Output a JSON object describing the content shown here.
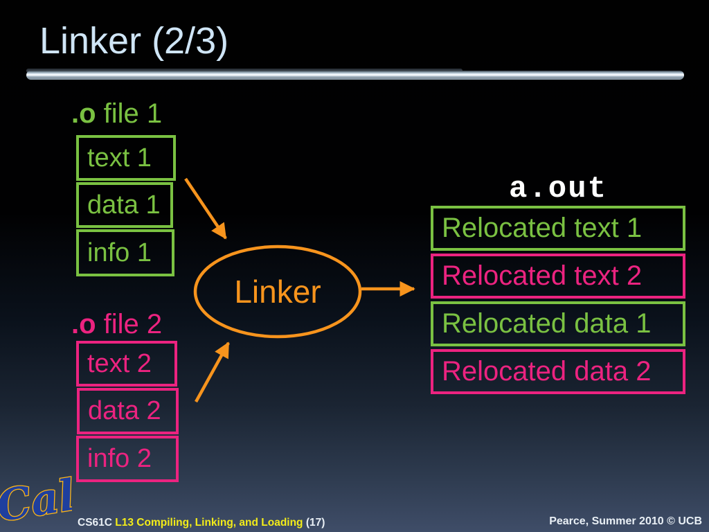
{
  "title": "Linker (2/3)",
  "diagram": {
    "object_file_1": {
      "label_prefix": ".o",
      "label_rest": " file 1",
      "boxes": [
        "text 1",
        "data 1",
        "info 1"
      ]
    },
    "object_file_2": {
      "label_prefix": ".o",
      "label_rest": " file 2",
      "boxes": [
        "text 2",
        "data 2",
        "info 2"
      ]
    },
    "linker_label": "Linker",
    "output_label": "a.out",
    "output_boxes": [
      {
        "label": "Relocated text 1",
        "color": "green"
      },
      {
        "label": "Relocated text 2",
        "color": "pink"
      },
      {
        "label": "Relocated data 1",
        "color": "green"
      },
      {
        "label": "Relocated data 2",
        "color": "pink"
      }
    ]
  },
  "footer": {
    "logo_text": "Cal",
    "course": "CS61C",
    "lecture_title": "L13 Compiling, Linking, and Loading",
    "slide_number": "(17)",
    "credit": "Pearce, Summer 2010 © UCB"
  },
  "colors": {
    "green": "#7AC142",
    "pink": "#EC2380",
    "orange": "#F7941D",
    "title_text": "#CFE5F6",
    "footer_yellow": "#F3EC19",
    "cal_blue": "#1E3F9E",
    "cal_gold": "#FDB515"
  }
}
